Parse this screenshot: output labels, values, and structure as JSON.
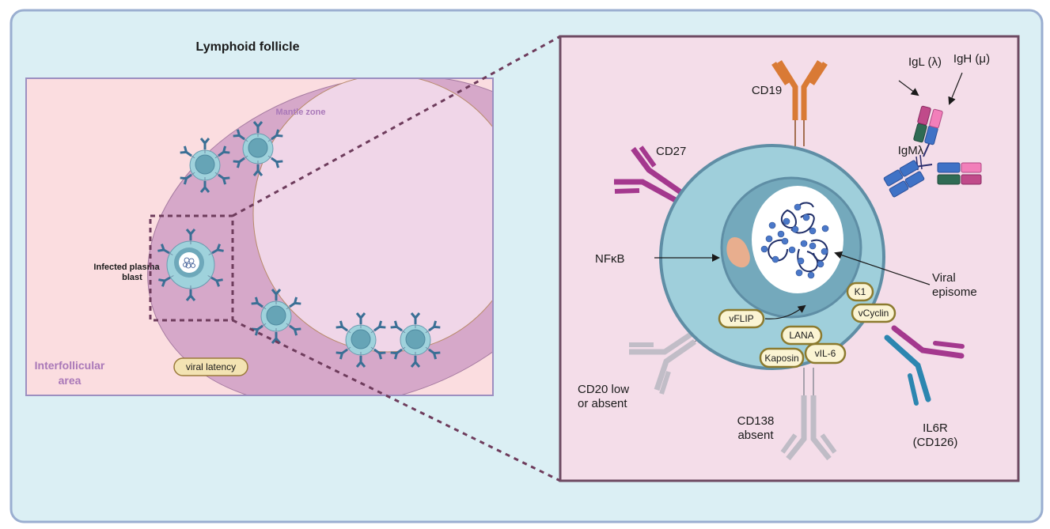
{
  "figure": {
    "left_panel": {
      "title": "Lymphoid follicle",
      "mantle_label": "Mantle zone",
      "interfollicular_label_line1": "Interfollicular",
      "interfollicular_label_line2": "area",
      "infected_cell_label_line1": "Infected plasma",
      "infected_cell_label_line2": "blast",
      "latency_badge": "viral latency"
    },
    "right_panel": {
      "markers": {
        "cd19": "CD19",
        "cd27": "CD27",
        "igl": "IgL (λ)",
        "igh": "IgH (μ)",
        "igm": "IgMλ",
        "nfkb": "NFκB",
        "viral_episome_line1": "Viral",
        "viral_episome_line2": "episome",
        "cd20_line1": "CD20 low",
        "cd20_line2": "or absent",
        "cd138_line1": "CD138",
        "cd138_line2": "absent",
        "il6r_line1": "IL6R",
        "il6r_line2": "(CD126)"
      },
      "viral_proteins": {
        "k1": "K1",
        "vcyclin": "vCyclin",
        "vflip": "vFLIP",
        "lana": "LANA",
        "vil6": "vIL-6",
        "kaposin": "Kaposin"
      }
    },
    "colors": {
      "frame_bg": "#dbeff4",
      "frame_border": "#9aaed0",
      "interfollicular_bg": "#fbdde0",
      "mantle": "#d6a8c9",
      "germinal_center": "#f0d6e8",
      "right_panel_bg": "#f4dde9",
      "right_panel_border": "#6e4a62",
      "cell_cytoplasm": "#9fcfdb",
      "cell_border": "#5f8ea5",
      "nucleus_ring": "#74a9bc",
      "pill_fill": "#fbf4d3",
      "pill_border": "#8c7a2e",
      "cd19": "#d97a35",
      "cd27": "#a4388e",
      "igm_blue": "#3f72c6",
      "igl_dark_green": "#2f6b54",
      "igl_magenta": "#c04a8a",
      "igh_pink": "#f27fba",
      "grey_marker": "#bfbcc6",
      "il6r_blue": "#2c86b0",
      "antibody_small": "#3a6f95",
      "label_purple": "#a978b8",
      "dashed_line": "#6e3c5c",
      "nfkb_blob": "#e8ae8e",
      "episome_dots": "#4a78c9",
      "episome_lines": "#1f2e68"
    }
  }
}
